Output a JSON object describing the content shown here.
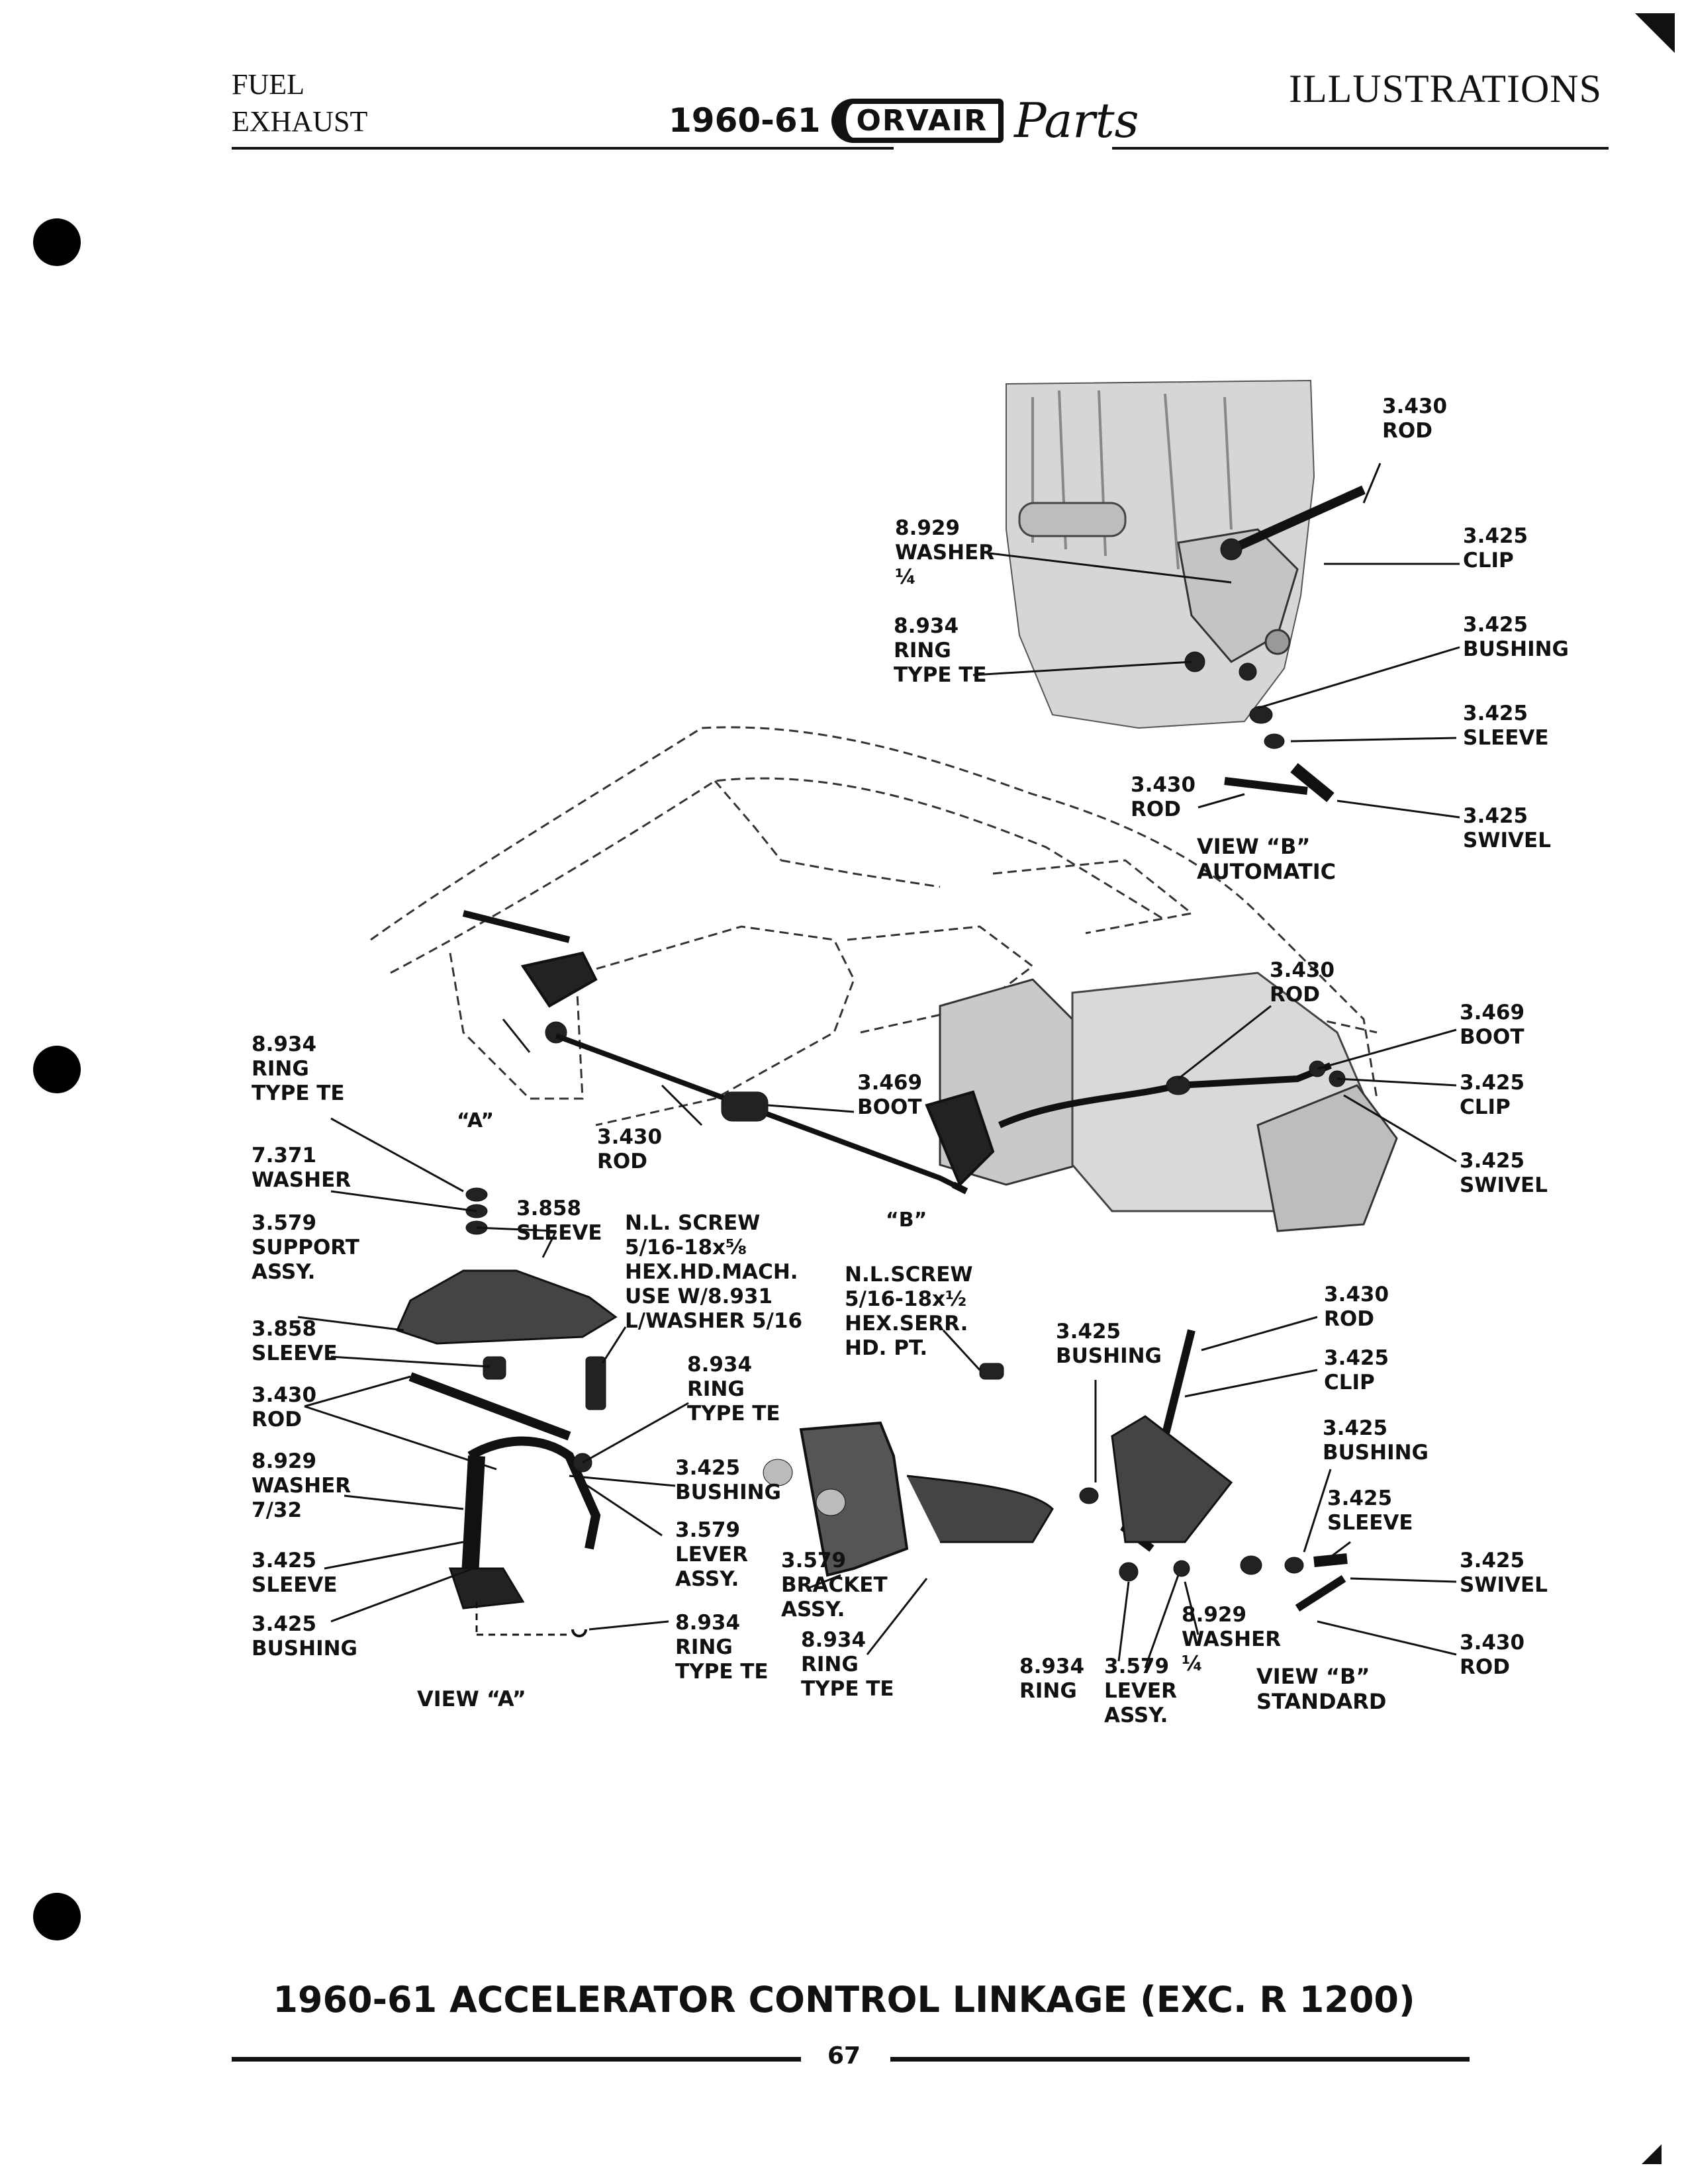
{
  "header": {
    "left_line1": "FUEL",
    "left_line2": "EXHAUST",
    "year": "1960-61",
    "brand": "ORVAIR",
    "brand_sub": "Parts",
    "right": "ILLUSTRATIONS"
  },
  "view_b_automatic": {
    "rod_top": "3.430\nROD",
    "clip_top": "3.425\nCLIP",
    "washer": "8.929\nWASHER\n¼",
    "ring": "8.934\nRING\nTYPE TE",
    "bushing": "3.425\nBUSHING",
    "sleeve": "3.425\nSLEEVE",
    "rod_low": "3.430\nROD",
    "swivel": "3.425\nSWIVEL",
    "title": "VIEW “B”\nAUTOMATIC"
  },
  "engine_area": {
    "rod": "3.430\nROD",
    "boot": "3.469\nBOOT",
    "clip": "3.425\nCLIP",
    "swivel": "3.425\nSWIVEL"
  },
  "main_linkage": {
    "ring": "8.934\nRING\nTYPE TE",
    "mark_a": "“A”",
    "rod": "3.430\nROD",
    "boot": "3.469\nBOOT",
    "mark_b": "“B”"
  },
  "view_a": {
    "washer_7371": "7.371\nWASHER",
    "sleeve_top": "3.858\nSLEEVE",
    "support": "3.579\nSUPPORT\nASSY.",
    "screw": "N.L. SCREW\n5/16-18x⅝\nHEX.HD.MACH.\nUSE W/8.931\nL/WASHER 5/16",
    "sleeve_low": "3.858\nSLEEVE",
    "rod": "3.430\nROD",
    "ring_right": "8.934\nRING\nTYPE TE",
    "washer_732": "8.929\nWASHER\n7/32",
    "bushing_right": "3.425\nBUSHING",
    "lever": "3.579\nLEVER\nASSY.",
    "sleeve_left": "3.425\nSLEEVE",
    "bushing_left": "3.425\nBUSHING",
    "ring_bottom": "8.934\nRING\nTYPE TE",
    "title": "VIEW “A”"
  },
  "view_b_standard": {
    "screw": "N.L.SCREW\n5/16-18x½\nHEX.SERR.\nHD. PT.",
    "bushing_top": "3.425\nBUSHING",
    "rod_top": "3.430\nROD",
    "clip": "3.425\nCLIP",
    "bushing_right": "3.425\nBUSHING",
    "sleeve": "3.425\nSLEEVE",
    "swivel": "3.425\nSWIVEL",
    "rod_low": "3.430\nROD",
    "bracket": "3.579\nBRACKET\nASSY.",
    "ring_left": "8.934\nRING\nTYPE TE",
    "washer": "8.929\nWASHER\n¼",
    "ring": "8.934\nRING",
    "lever": "3.579\nLEVER\nASSY.",
    "title": "VIEW “B”\nSTANDARD"
  },
  "footer": {
    "caption": "1960-61 ACCELERATOR CONTROL LINKAGE (EXC. R 1200)",
    "page_number": "67"
  }
}
